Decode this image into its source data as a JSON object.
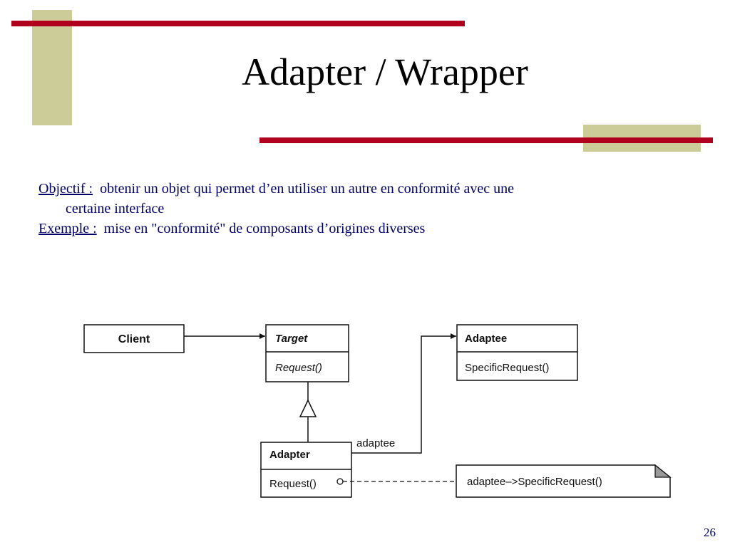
{
  "slide": {
    "title": "Adapter / Wrapper",
    "page_number": "26"
  },
  "colors": {
    "accent_red": "#b0001e",
    "accent_khaki": "#cccc99",
    "text_navy": "#000066"
  },
  "body": {
    "objective": {
      "label": "Objectif :",
      "text_line1": "obtenir un objet qui permet d’en utiliser un autre en conformité avec une",
      "text_line2": "certaine interface"
    },
    "example": {
      "label": "Exemple :",
      "text": "mise en \"conformité\" de composants d’origines diverses"
    }
  },
  "diagram": {
    "client": {
      "name": "Client"
    },
    "target": {
      "name": "Target",
      "operation": "Request()"
    },
    "adaptee": {
      "name": "Adaptee",
      "operation": "SpecificRequest()"
    },
    "adapter": {
      "name": "Adapter",
      "operation": "Request()"
    },
    "association_label": "adaptee",
    "note": "adaptee–>SpecificRequest()"
  }
}
